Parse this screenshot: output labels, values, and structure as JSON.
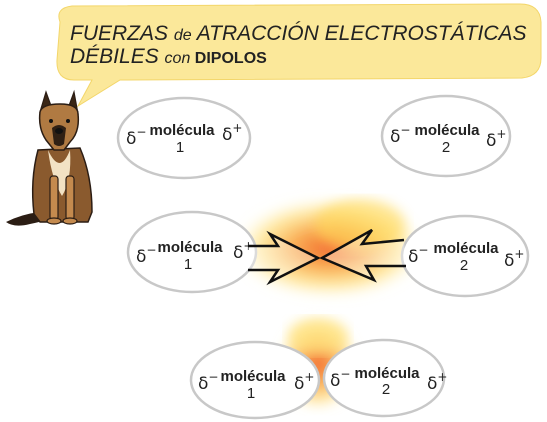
{
  "speech_bubble": {
    "line1_a": "FUERZAS ",
    "line1_b": "de",
    "line1_c": " ATRACCIÓN ELECTROSTÁTICAS",
    "line2_a": "DÉBILES ",
    "line2_b": "con ",
    "line2_c": "DIPOLOS"
  },
  "molecule": {
    "word": "molécula",
    "delta": "δ",
    "minus": "−",
    "plus": "+"
  },
  "panels": {
    "top": {
      "left_number": "1",
      "right_number": "2"
    },
    "middle": {
      "left_number": "1",
      "right_number": "2"
    },
    "bottom": {
      "left_number": "1",
      "right_number": "2"
    }
  },
  "colors": {
    "bubble_fill": "#fbe89a",
    "glow_inner": "#f47a2a",
    "glow_outer": "#ffe27a",
    "ellipse_fill": "#ffffff",
    "ellipse_stroke": "#c8c8c8"
  },
  "icons": {
    "character": "dog-icon"
  }
}
